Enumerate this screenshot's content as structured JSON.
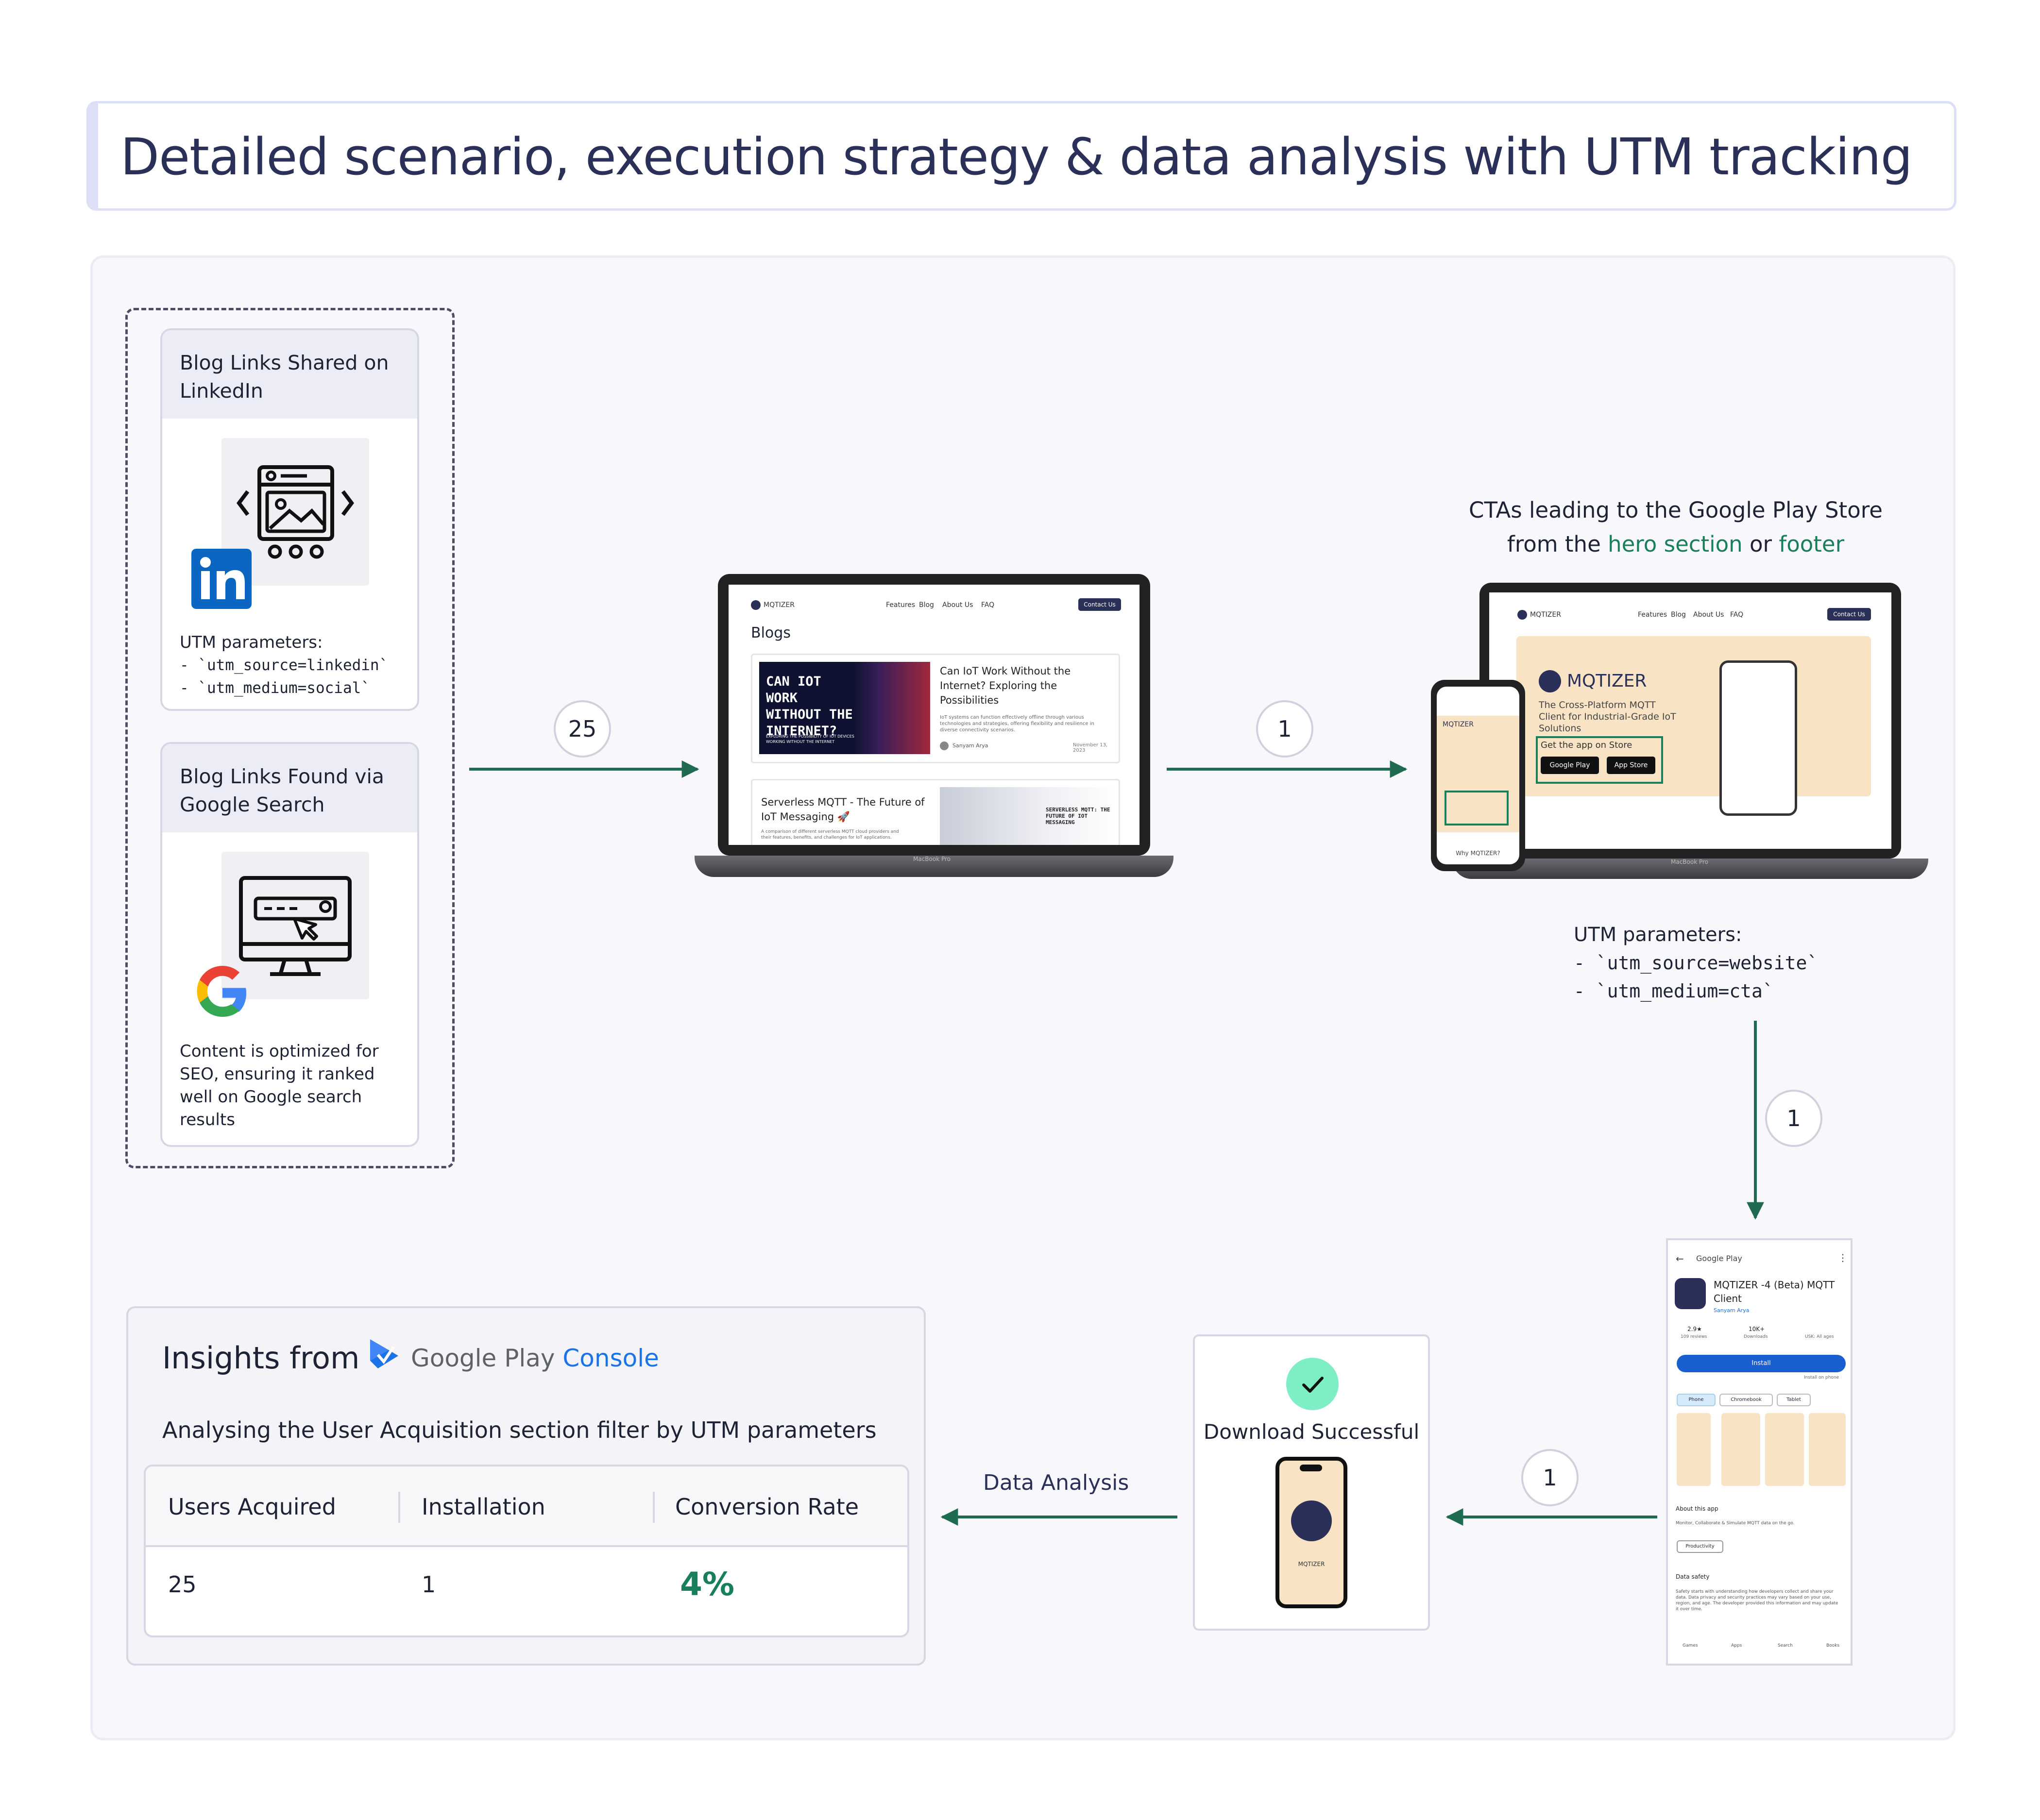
{
  "header": {
    "title": "Detailed scenario, execution strategy & data analysis with UTM tracking"
  },
  "sources": {
    "linkedin": {
      "heading": "Blog Links Shared on LinkedIn",
      "logo_icon": "linkedin-logo",
      "illustration_icon": "browser-image-icon",
      "params_title": "UTM parameters:",
      "param_1": "- `utm_source=linkedin`",
      "param_2": "- `utm_medium=social`"
    },
    "google": {
      "heading": "Blog Links Found via Google Search",
      "logo_icon": "google-logo",
      "illustration_icon": "monitor-search-icon",
      "desc_line_1": "Content is optimized for",
      "desc_line_2": "SEO, ensuring it ranked",
      "desc_line_3": "well on Google search",
      "desc_line_4": "results"
    }
  },
  "flow": {
    "count_1": "25",
    "count_2": "1",
    "count_3": "1",
    "count_4": "1",
    "data_analysis_label": "Data Analysis"
  },
  "blog_laptop": {
    "brand": "MQTIZER",
    "nav": [
      "Features",
      "Blog",
      "About Us",
      "FAQ"
    ],
    "contact_button": "Contact Us",
    "section_title": "Blogs",
    "post_1_banner": "CAN IOT WORK WITHOUT THE INTERNET?",
    "post_1_banner_sub": "EXPLORING THE POSSIBILITY OF IOT DEVICES WORKING WITHOUT THE INTERNET",
    "post_1_title": "Can IoT Work Without the Internet? Exploring the Possibilities",
    "post_1_excerpt": "IoT systems can function effectively offline through various technologies and strategies, offering flexibility and resilience in diverse connectivity scenarios.",
    "post_1_author": "Sanyam Arya",
    "post_1_date": "November 13, 2023",
    "post_2_title": "Serverless MQTT - The Future of IoT Messaging 🚀",
    "post_2_excerpt": "A comparison of different serverless MQTT cloud providers and their features, benefits, and challenges for IoT applications.",
    "post_2_banner": "SERVERLESS MQTT: THE FUTURE OF IOT MESSAGING",
    "laptop_model": "MacBook Pro"
  },
  "cta": {
    "caption_line_1": "CTAs leading to the Google Play Store",
    "caption_prefix": "from the ",
    "caption_hero": "hero section",
    "caption_or": " or ",
    "caption_footer": "footer",
    "brand": "MQTIZER",
    "tagline": "The Cross-Platform MQTT Client for Industrial-Grade IoT Solutions",
    "get_app": "Get the app on Store",
    "google_play": "Google Play",
    "app_store": "App Store",
    "phone_footer": "Why MQTIZER?",
    "params_title": "UTM parameters:",
    "param_1": "- `utm_source=website`",
    "param_2": "- `utm_medium=cta`",
    "nav": [
      "Features",
      "Blog",
      "About Us",
      "FAQ"
    ],
    "contact_button": "Contact Us",
    "laptop_model": "MacBook Pro"
  },
  "play_store": {
    "store_name": "Google Play",
    "app_title": "MQTIZER -4 (Beta) MQTT Client",
    "developer": "Sanyam Arya",
    "rating": "2.9★",
    "reviews": "109 reviews",
    "downloads_count": "10K+",
    "downloads_label": "Downloads",
    "age": "USK: All ages",
    "install_button": "Install",
    "install_note": "Install on phone",
    "device_tabs": [
      "Phone",
      "Chromebook",
      "Tablet"
    ],
    "about_title": "About this app",
    "about_text": "Monitor, Collaborate & Simulate MQTT data on the go.",
    "category_chip": "Productivity",
    "safety_title": "Data safety",
    "safety_text": "Safety starts with understanding how developers collect and share your data. Data privacy and security practices may vary based on your use, region, and age. The developer provided this information and may update it over time.",
    "bottom_nav": [
      "Games",
      "Apps",
      "Search",
      "Books"
    ]
  },
  "download": {
    "label": "Download Successful",
    "app_name": "MQTIZER",
    "check_icon": "check-icon"
  },
  "insights": {
    "title_prefix": "Insights from",
    "logo_google_play": "Google Play",
    "logo_console": "Console",
    "subtitle": "Analysing the User Acquisition section filter by UTM parameters",
    "columns": [
      "Users Acquired",
      "Installation",
      "Conversion Rate"
    ],
    "row": [
      "25",
      "1",
      "4%"
    ]
  },
  "colors": {
    "arrow_green": "#1e6b50",
    "accent_green": "#17805a",
    "title_navy": "#2a3058",
    "linkedin_blue": "#0a66c2",
    "cream": "#f8e4c4"
  }
}
